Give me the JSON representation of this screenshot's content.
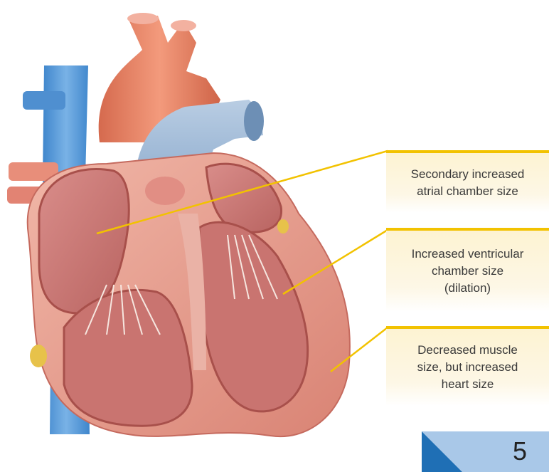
{
  "labels": [
    {
      "text": "Secondary increased\natrial chamber size"
    },
    {
      "text": "Increased ventricular\nchamber size\n(dilation)"
    },
    {
      "text": "Decreased muscle\nsize, but increased\nheart size"
    }
  ],
  "page_number": "5",
  "colors": {
    "leader_line": "#f2c200",
    "label_bg": "#fdf3d2",
    "badge_dark": "#1f6fb5",
    "badge_light": "#a9c8e8",
    "vein_blue": "#5b9bd5",
    "artery_red": "#e27a5e",
    "muscle": "#e8a090"
  }
}
